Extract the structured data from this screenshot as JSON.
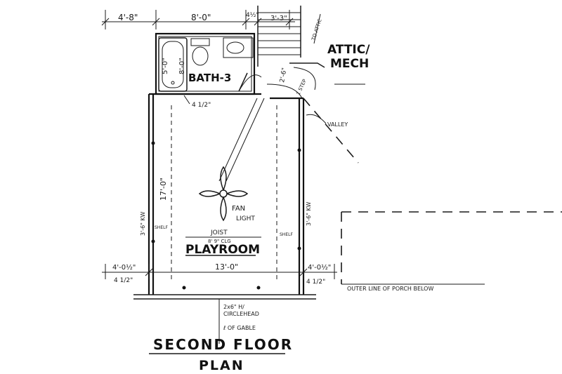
{
  "plan": {
    "title": "SECOND FLOOR",
    "subtitle": "PLAN"
  },
  "rooms": {
    "bath": {
      "name": "BATH-3"
    },
    "attic": {
      "line1": "ATTIC/",
      "line2": "MECH"
    },
    "playroom": {
      "name": "PLAYROOM",
      "joist": "JOIST",
      "ceiling_note": "8' 9\" CLG",
      "width_dim": "13'-0\"",
      "depth_dim": "17'-0\""
    }
  },
  "dimensions": {
    "top_left": "4'-8\"",
    "top_bath": "8'-0\"",
    "top_wall": "4½\"",
    "top_stair": "3'-3\"",
    "bath_tub": "5'-0\"",
    "bath_depth": "8'-0\"",
    "wall_thickness_a": "4 1/2\"",
    "wall_thickness_b": "4 1/2\"",
    "wall_thickness_c": "4 1/2\"",
    "left_offset": "4'-0½\"",
    "right_offset": "4'-0½\"",
    "stair_note": "2'-6\"",
    "knee_left": "3'-6\" KW",
    "knee_right": "3'-6\" KW"
  },
  "annotations": {
    "attic_arrow": "TO ATTIC",
    "valley": "VALLEY",
    "fan_line1": "FAN",
    "fan_line2": "LIGHT",
    "porch_note": "OUTER LINE OF PORCH BELOW",
    "header_line1": "2x6\" H/",
    "header_line2": "CIRCLEHEAD",
    "gable_note": "ℓ OF GABLE",
    "shelf_left": "SHELF",
    "shelf_right": "SHELF",
    "step": "1 STEP"
  }
}
